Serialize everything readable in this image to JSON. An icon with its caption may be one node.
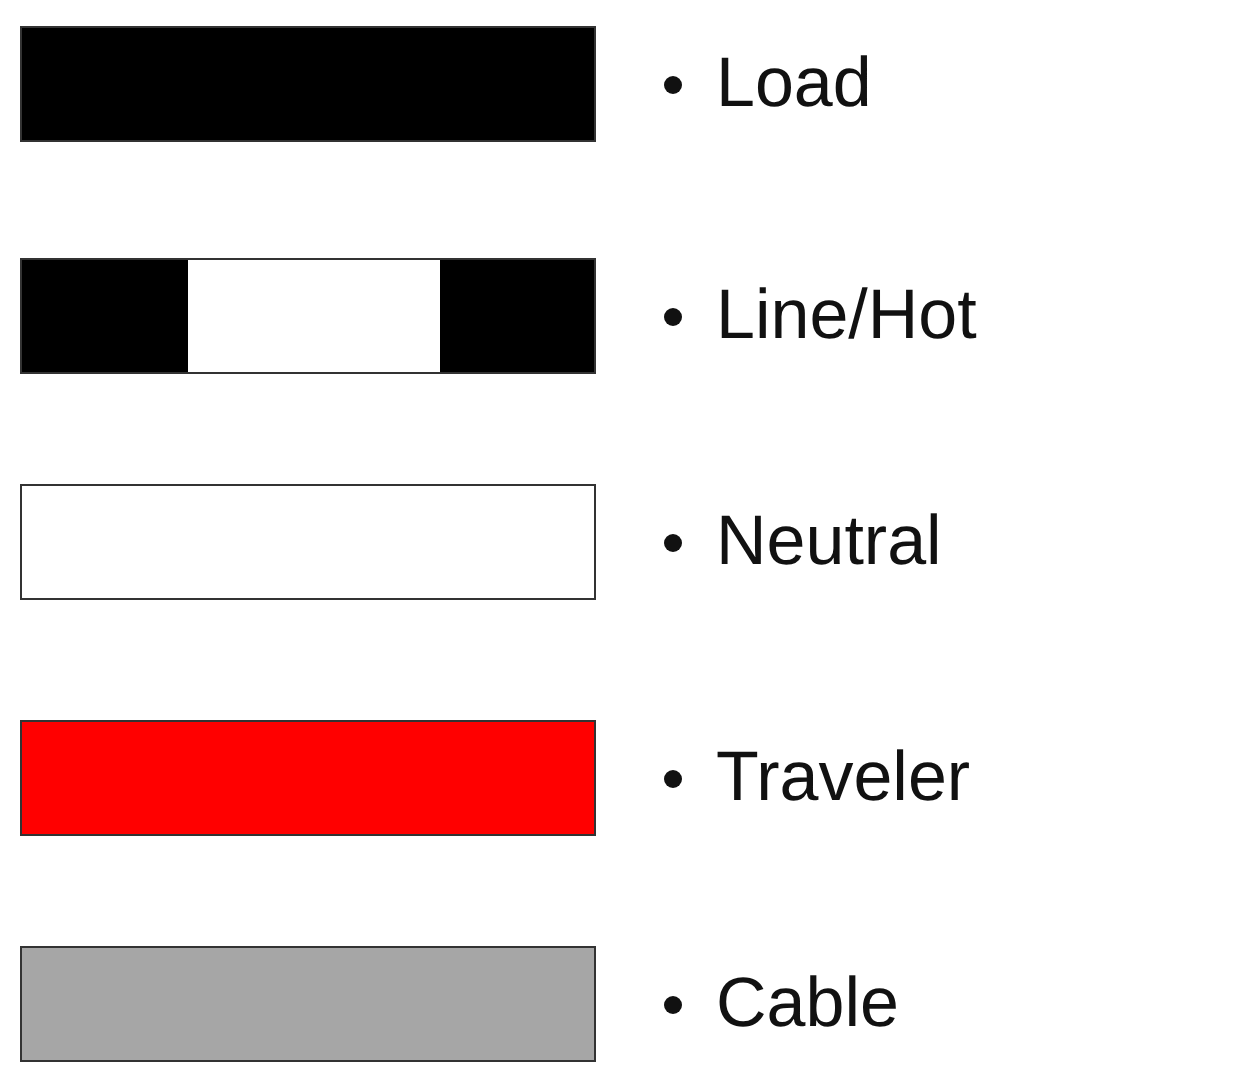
{
  "diagram": {
    "legend": [
      {
        "text": "Load",
        "color": "#000000"
      },
      {
        "text": "Line/Hot"
      },
      {
        "text": "Neutral",
        "color": "#ffffff"
      },
      {
        "text": "Traveler",
        "color": "#ff0000"
      },
      {
        "text": "Cable",
        "color": "#a6a6a6"
      }
    ]
  }
}
